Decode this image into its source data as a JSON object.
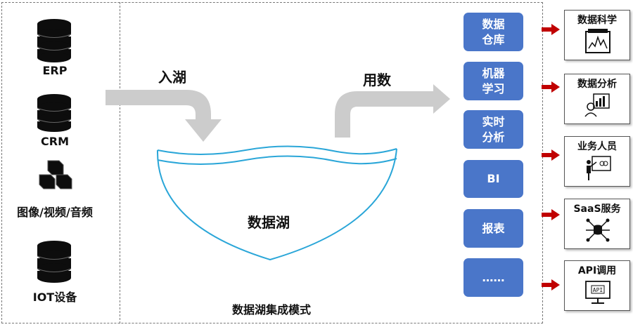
{
  "sources": [
    {
      "label": "ERP",
      "icon": "database-icon"
    },
    {
      "label": "CRM",
      "icon": "database-icon"
    },
    {
      "label": "图像/视频/音频",
      "icon": "cubes-icon"
    },
    {
      "label": "IOT设备",
      "icon": "database-icon"
    }
  ],
  "flow": {
    "ingest_label": "入湖",
    "consume_label": "用数"
  },
  "lake": {
    "label": "数据湖",
    "caption": "数据湖集成模式"
  },
  "uses": [
    "数据\n仓库",
    "机器\n学习",
    "实时\n分析",
    "BI",
    "报表",
    "……"
  ],
  "roles": [
    {
      "title": "数据科学",
      "icon": "chart-board-icon"
    },
    {
      "title": "数据分析",
      "icon": "analyst-icon"
    },
    {
      "title": "业务人员",
      "icon": "presenter-icon"
    },
    {
      "title": "SaaS服务",
      "icon": "network-icon"
    },
    {
      "title": "API调用",
      "icon": "api-monitor-icon"
    }
  ],
  "colors": {
    "use_button": "#4a76c9",
    "lake_stroke": "#2aa6d8",
    "flow_arrow": "#cccccc",
    "role_arrow": "#c00000"
  }
}
